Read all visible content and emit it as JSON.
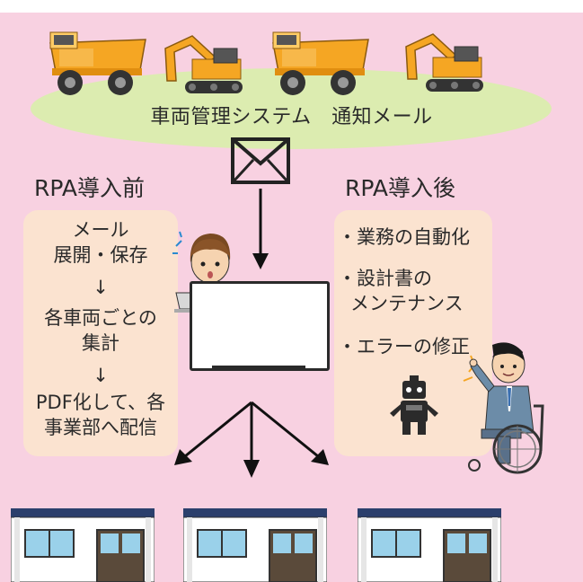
{
  "header": {
    "system_label": "車両管理システム　通知メール"
  },
  "before": {
    "title": "RPA導入前",
    "steps": [
      [
        "メール",
        "展開・保存"
      ],
      [
        "各車両ごとの",
        "集計"
      ],
      [
        "PDF化して、各",
        "事業部へ配信"
      ]
    ],
    "arrow": "↓"
  },
  "after": {
    "title": "RPA導入後",
    "items": [
      [
        "・業務の自動化"
      ],
      [
        "・設計書の",
        "メンテナンス"
      ],
      [
        "・エラーの修正"
      ]
    ]
  },
  "icons": {
    "vehicles": [
      "dump-truck",
      "excavator",
      "dump-truck",
      "excavator"
    ],
    "envelope": "envelope-icon",
    "worker": "worker-at-laptop",
    "robot": "robot-icon",
    "wheelchair_user": "wheelchair-user",
    "buildings": [
      "office-building",
      "office-building",
      "office-building"
    ]
  },
  "colors": {
    "background": "#f8d1e1",
    "ellipse": "#dcecb0",
    "panel": "#fbe3d0",
    "machine": "#f5a623",
    "building_roof": "#2b3f6c",
    "window": "#9ad1ea"
  }
}
